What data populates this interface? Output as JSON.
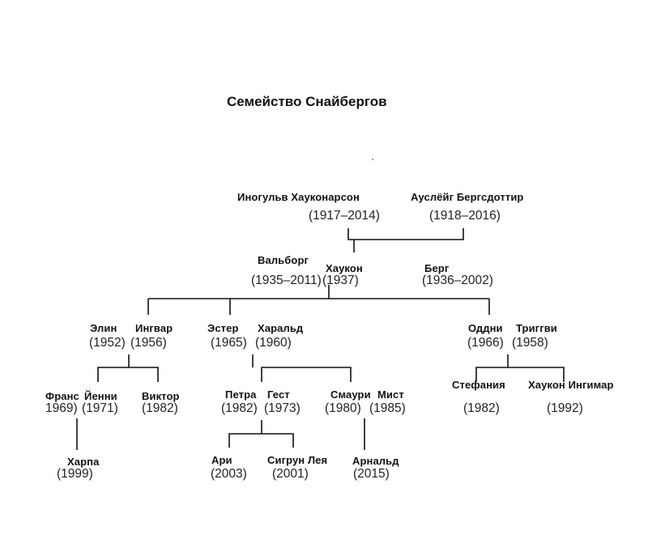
{
  "title": "Семейство Снайбергов",
  "people": {
    "ingulv": {
      "name": "Иногульв Хауконарсон",
      "years": "(1917–2014)"
    },
    "aslaug": {
      "name": "Ауслёйг Бергсдоттир",
      "years": "(1918–2016)"
    },
    "valborg": {
      "name": "Вальборг",
      "years": "(1935–2011)"
    },
    "haukon": {
      "name": "Хаукон",
      "years": "(1937)"
    },
    "berg": {
      "name": "Берг",
      "years": "(1936–2002)"
    },
    "elin": {
      "name": "Элин",
      "years": "(1952)"
    },
    "ingvar": {
      "name": "Ингвар",
      "years": "(1956)"
    },
    "ester": {
      "name": "Эстер",
      "years": "(1965)"
    },
    "harald": {
      "name": "Харальд",
      "years": "(1960)"
    },
    "oddni": {
      "name": "Оддни",
      "years": "(1966)"
    },
    "tryggvi": {
      "name": "Триггви",
      "years": "(1958)"
    },
    "frans": {
      "name": "Франс",
      "years": "1969)"
    },
    "jenni": {
      "name": "Йенни",
      "years": "(1971)"
    },
    "viktor": {
      "name": "Виктор",
      "years": "(1982)"
    },
    "petra": {
      "name": "Петра",
      "years": "(1982)"
    },
    "gest": {
      "name": "Гест",
      "years": "(1973)"
    },
    "smauri": {
      "name": "Смаури",
      "years": "(1980)"
    },
    "mist": {
      "name": "Мист",
      "years": "(1985)"
    },
    "stefania": {
      "name": "Стефания",
      "years": "(1982)"
    },
    "haukon2": {
      "name": "Хаукон Ингимар",
      "years": "(1992)"
    },
    "harpa": {
      "name": "Харпа",
      "years": "(1999)"
    },
    "ari": {
      "name": "Ари",
      "years": "(2003)"
    },
    "sigrun": {
      "name": "Сигрун Лея",
      "years": "(2001)"
    },
    "arnald": {
      "name": "Арнальд",
      "years": "(2015)"
    }
  },
  "colors": {
    "line": "#111111",
    "text": "#111111"
  }
}
